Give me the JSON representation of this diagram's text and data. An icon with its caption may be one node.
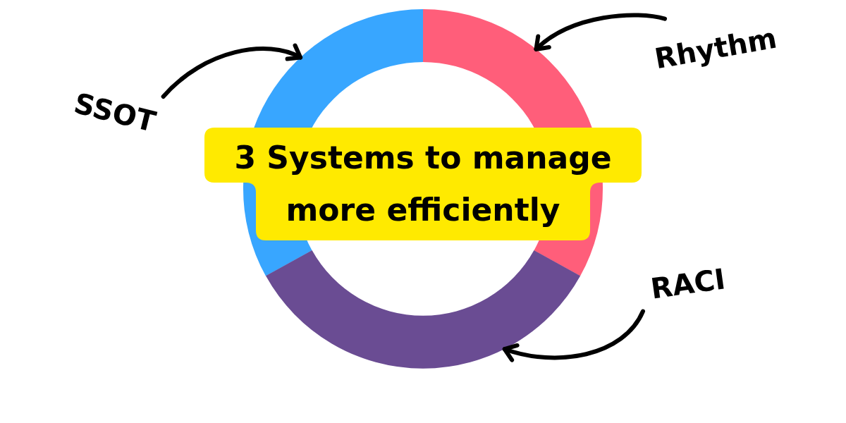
{
  "diagram": {
    "nodes": [
      {
        "text": [
          "3 Systems to manage more efficiently"
        ]
      },
      {
        "text": [],
        "shape": "arc"
      },
      {
        "text": [],
        "shape": "arc"
      },
      {
        "text": [],
        "shape": "arc"
      },
      {
        "text": [
          "SSOT"
        ]
      },
      {
        "text": [
          "Rhythm"
        ]
      },
      {
        "text": [
          "RACI"
        ]
      }
    ],
    "edges": [
      {
        "from": 4,
        "to": 1,
        "arrow": "to"
      },
      {
        "from": 5,
        "to": 2,
        "arrow": "to"
      },
      {
        "from": 6,
        "to": 3,
        "arrow": "to"
      }
    ]
  }
}
